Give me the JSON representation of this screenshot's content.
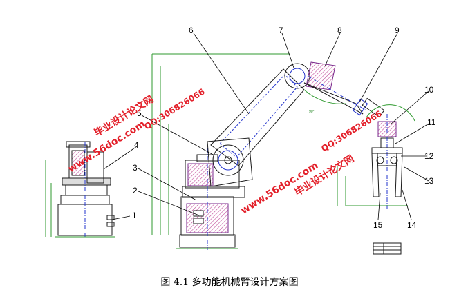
{
  "caption": "图 4.1 多功能机械臂设计方案图",
  "part_labels": [
    "1",
    "2",
    "3",
    "4",
    "5",
    "6",
    "7",
    "8",
    "9",
    "10",
    "11",
    "12",
    "13",
    "14",
    "15"
  ],
  "watermarks": {
    "site_left": "www.56doc.com",
    "qq_left": "QQ:306826066",
    "brand_left": "毕业设计论文网",
    "site_right": "www.56doc.com",
    "qq_right": "QQ:306826066",
    "brand_right": "毕业设计论文网"
  },
  "dims": {
    "angle": "90°"
  },
  "colors": {
    "outline": "#1a1a1a",
    "dimension": "#2f9a2f",
    "section_fill": "#7a2a8c",
    "accent_blue": "#2233cc",
    "watermark": "#e3202a",
    "hatch": "#c04a9a"
  }
}
